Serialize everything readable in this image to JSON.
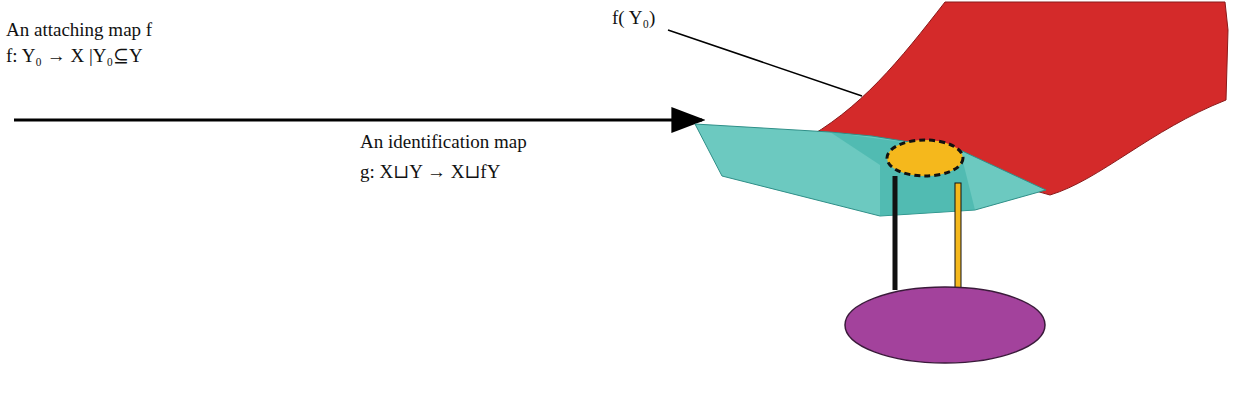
{
  "diagram": {
    "labels": [
      "An attaching map f",
      "f: Y₀ → X |Y₀⊆Y",
      "f( Y₀)",
      "An identification map",
      "g: X⊔Y → X⊔fY"
    ]
  }
}
